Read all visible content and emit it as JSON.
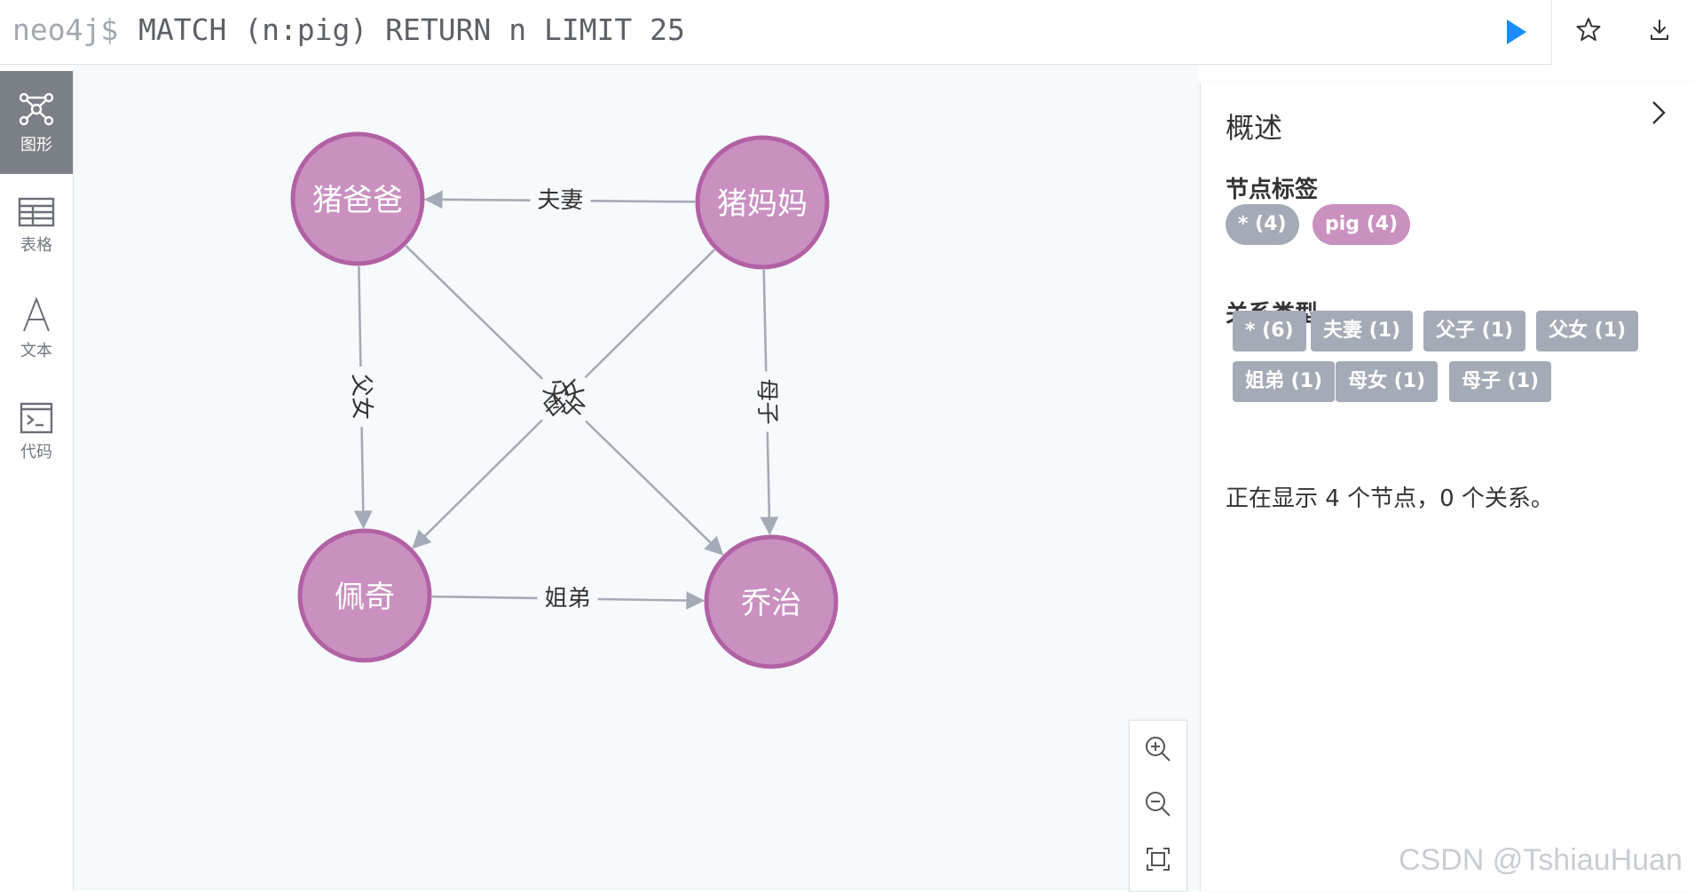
{
  "query_bar": {
    "prompt": "neo4j$",
    "query": "MATCH (n:pig) RETURN n LIMIT 25",
    "run_icon": "play-icon",
    "favorite_icon": "star-icon",
    "download_icon": "download-icon"
  },
  "sidebar": {
    "items": [
      {
        "label": "图形",
        "icon": "graph-icon",
        "active": true
      },
      {
        "label": "表格",
        "icon": "table-icon",
        "active": false
      },
      {
        "label": "文本",
        "icon": "text-icon",
        "active": false
      },
      {
        "label": "代码",
        "icon": "code-icon",
        "active": false
      }
    ]
  },
  "graph": {
    "node_color": "#c990c0",
    "node_border": "#b261a5",
    "edge_color": "#a5abb6",
    "nodes": [
      {
        "id": "dad",
        "label": "猪爸爸"
      },
      {
        "id": "mom",
        "label": "猪妈妈"
      },
      {
        "id": "peppa",
        "label": "佩奇"
      },
      {
        "id": "george",
        "label": "乔治"
      }
    ],
    "relationships": [
      {
        "from": "mom",
        "to": "dad",
        "type": "夫妻"
      },
      {
        "from": "dad",
        "to": "peppa",
        "type": "父女"
      },
      {
        "from": "mom",
        "to": "george",
        "type": "母子"
      },
      {
        "from": "peppa",
        "to": "george",
        "type": "姐弟"
      },
      {
        "from": "dad",
        "to": "george",
        "type": "父子"
      },
      {
        "from": "mom",
        "to": "peppa",
        "type": "母女"
      }
    ]
  },
  "zoom": {
    "zoom_in_icon": "zoom-in-icon",
    "zoom_out_icon": "zoom-out-icon",
    "fit_icon": "fit-to-screen-icon"
  },
  "overview": {
    "title": "概述",
    "node_labels_title": "节点标签",
    "node_labels": [
      {
        "text": "* (4)",
        "color": "#a5abb6"
      },
      {
        "text": "pig (4)",
        "color": "#c990c0"
      }
    ],
    "rel_types_title": "关系类型",
    "rel_types": [
      {
        "text": "* (6)"
      },
      {
        "text": "夫妻 (1)"
      },
      {
        "text": "父子 (1)"
      },
      {
        "text": "父女 (1)"
      },
      {
        "text": "姐弟 (1)"
      },
      {
        "text": "母女 (1)"
      },
      {
        "text": "母子 (1)"
      }
    ],
    "rel_chip_color": "#a5abb6",
    "status": "正在显示 4 个节点，0 个关系。"
  },
  "watermark": "CSDN @TshiauHuan"
}
